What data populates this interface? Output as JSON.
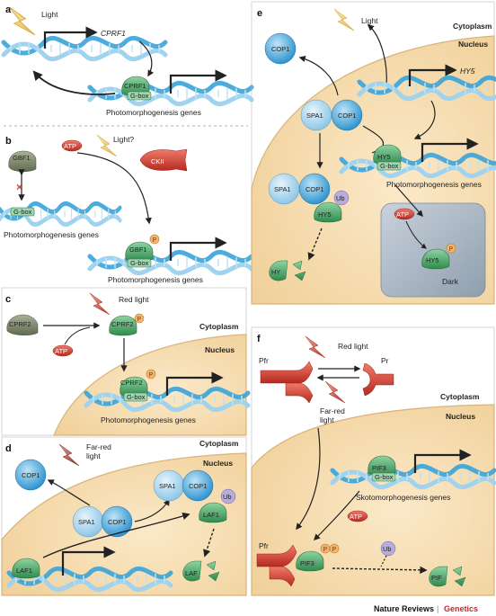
{
  "panels": {
    "a": {
      "letter": "a",
      "light": "Light",
      "gene": "CPRF1",
      "protein": "CPRF1",
      "gbox": "G-box",
      "genes": "Photomorphogenesis genes"
    },
    "b": {
      "letter": "b",
      "gbf1": "GBF1",
      "gbox": "G-box",
      "genes_left": "Photomorphogenesis genes",
      "atp": "ATP",
      "light": "Light?",
      "ckii": "CKII",
      "gbf1_p": "GBF1",
      "p": "P",
      "gbox2": "G-box",
      "genes_right": "Photomorphogenesis genes"
    },
    "c": {
      "letter": "c",
      "red_light": "Red light",
      "cprf2": "CPRF2",
      "atp": "ATP",
      "cprf2_p": "CPRF2",
      "p": "P",
      "cytoplasm": "Cytoplasm",
      "nucleus": "Nucleus",
      "cprf2_n": "CPRF2",
      "gbox": "G-box",
      "genes": "Photomorphogenesis genes"
    },
    "d": {
      "letter": "d",
      "far_red": "Far-red",
      "light": "light",
      "cytoplasm": "Cytoplasm",
      "nucleus": "Nucleus",
      "cop1": "COP1",
      "spa1": "SPA1",
      "cop1_b": "COP1",
      "spa1_r": "SPA1",
      "cop1_r": "COP1",
      "ub": "Ub",
      "laf1_r": "LAF1",
      "laf1": "LAF1",
      "laf_deg": "LAF"
    },
    "e": {
      "letter": "e",
      "light": "Light",
      "cytoplasm": "Cytoplasm",
      "nucleus": "Nucleus",
      "cop1_out": "COP1",
      "gene": "HY5",
      "spa1": "SPA1",
      "cop1": "COP1",
      "hy5": "HY5",
      "gbox": "G-box",
      "genes": "Photomorphogenesis genes",
      "spa1_b": "SPA1",
      "cop1_b": "COP1",
      "ub": "Ub",
      "hy5_b": "HY5",
      "atp": "ATP",
      "hy5_p": "HY5",
      "p": "P",
      "dark": "Dark",
      "hy_deg": "HY"
    },
    "f": {
      "letter": "f",
      "pfr": "Pfr",
      "red_light": "Red light",
      "pr": "Pr",
      "far_red": "Far-red",
      "light": "light",
      "cytoplasm": "Cytoplasm",
      "nucleus": "Nucleus",
      "pif3": "PIF3",
      "gbox": "G-box",
      "genes": "Skotomorphogenesis genes",
      "atp": "ATP",
      "pfr_b": "Pfr",
      "pif3_b": "PIF3",
      "p": "P",
      "ub": "Ub",
      "pif_deg": "PIF"
    }
  },
  "footer": {
    "journal": "Nature Reviews",
    "separator": "|",
    "section": "Genetics"
  },
  "colors": {
    "green": "#3f9a5a",
    "green_light": "#7cc493",
    "blue": "#3aa3d8",
    "blue_light": "#a9d6ef",
    "nucleus": "#f6dfb6",
    "atp": "#d9442b",
    "red": "#d23a2e",
    "dark_box": "#a9b6c4",
    "olive": "#7c876b",
    "purple": "#a59bd0",
    "p_orange": "#e6a04a",
    "journal_red": "#d0222e"
  }
}
